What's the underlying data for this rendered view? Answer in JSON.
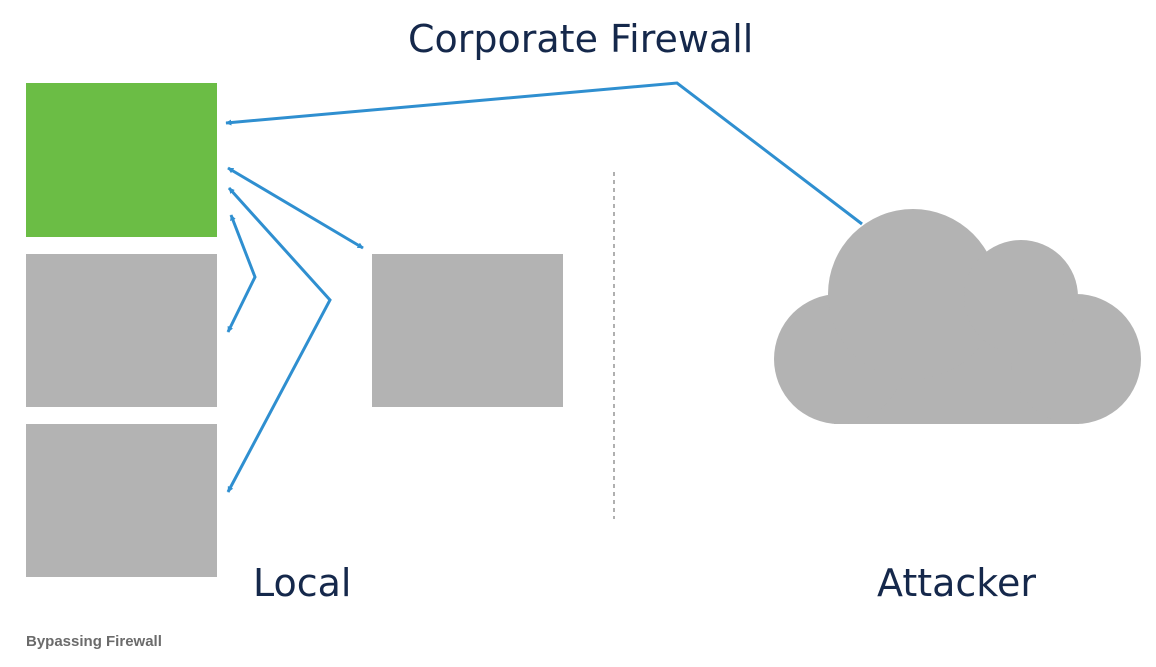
{
  "diagram": {
    "title": "Corporate Firewall",
    "zones": {
      "local": "Local",
      "attacker": "Attacker"
    },
    "caption": "Bypassing Firewall",
    "colors": {
      "compromised_host": "#6bbd45",
      "host": "#b3b3b3",
      "cloud": "#b3b3b3",
      "arrow": "#2f8fd0",
      "divider": "#b0b0b0",
      "text": "#15284b"
    }
  }
}
